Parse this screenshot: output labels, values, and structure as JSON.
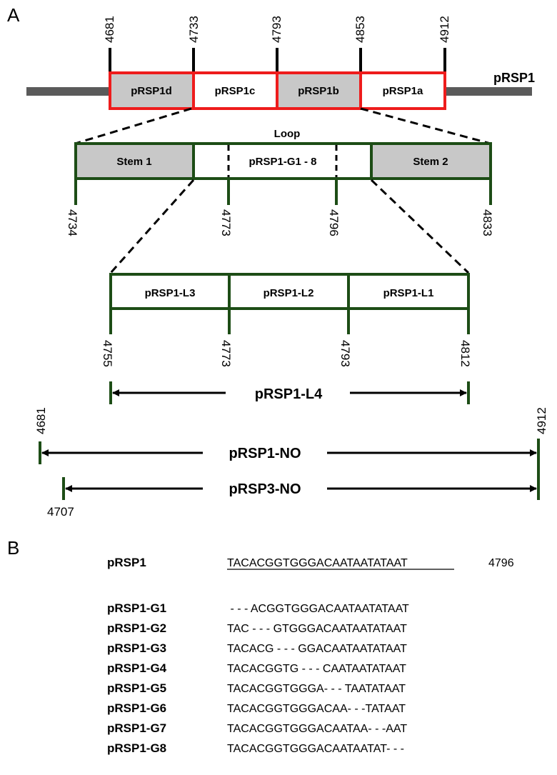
{
  "panel_a": {
    "label": "A",
    "track_label": "pRSP1",
    "top_positions": [
      "4681",
      "4733",
      "4793",
      "4853",
      "4912"
    ],
    "top_segments": [
      "pRSP1d",
      "pRSP1c",
      "pRSP1b",
      "pRSP1a"
    ],
    "loop_label": "Loop",
    "mid_segments": [
      "Stem 1",
      "pRSP1-G1 - 8",
      "Stem 2"
    ],
    "mid_positions": [
      "4734",
      "4773",
      "4796",
      "4833"
    ],
    "low_segments": [
      "pRSP1-L3",
      "pRSP1-L2",
      "pRSP1-L1"
    ],
    "low_positions": [
      "4755",
      "4773",
      "4793",
      "4812"
    ],
    "ranges": [
      {
        "label": "pRSP1-L4",
        "start": "",
        "end": ""
      },
      {
        "label": "pRSP1-NO",
        "start": "4681",
        "end": "4912"
      },
      {
        "label": "pRSP3-NO",
        "start": "4707",
        "end": ""
      }
    ]
  },
  "panel_b": {
    "label": "B",
    "reference": {
      "name": "pRSP1",
      "sequence": "TACACGGTGGGACAATAATATAAT",
      "position": "4796"
    },
    "variants": [
      {
        "name": "pRSP1-G1",
        "sequence": " - - - ACGGTGGGACAATAATATAAT"
      },
      {
        "name": "pRSP1-G2",
        "sequence": "TAC - - - GTGGGACAATAATATAAT"
      },
      {
        "name": "pRSP1-G3",
        "sequence": "TACACG - - - GGACAATAATATAAT"
      },
      {
        "name": "pRSP1-G4",
        "sequence": "TACACGGTG - - - CAATAATATAAT"
      },
      {
        "name": "pRSP1-G5",
        "sequence": "TACACGGTGGGA- - - TAATATAAT"
      },
      {
        "name": "pRSP1-G6",
        "sequence": "TACACGGTGGGACAA- - -TATAAT"
      },
      {
        "name": "pRSP1-G7",
        "sequence": "TACACGGTGGGACAATAA- - -AAT"
      },
      {
        "name": "pRSP1-G8",
        "sequence": "TACACGGTGGGACAATAATAT- - -"
      }
    ]
  },
  "colors": {
    "track": "#5a5a5a",
    "red": "#ee1c1c",
    "green": "#1d4d16",
    "gray_fill": "#c8c8c8",
    "black": "#000000"
  }
}
